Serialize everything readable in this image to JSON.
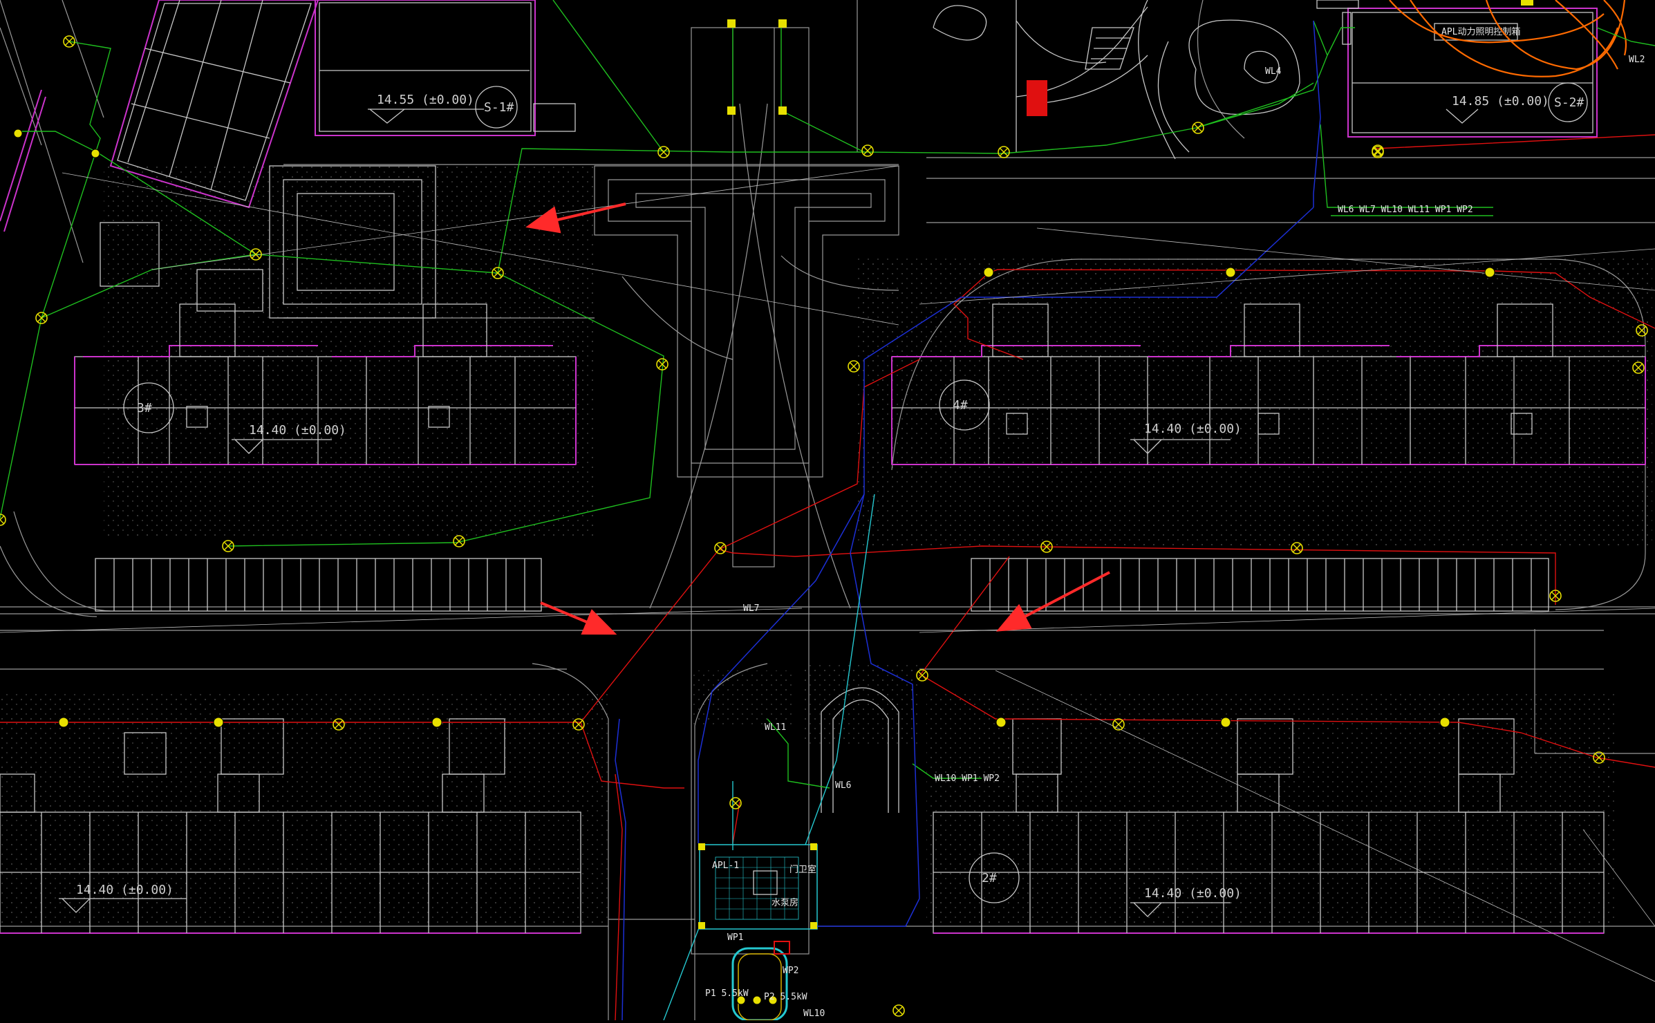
{
  "drawing": {
    "buildings": [
      {
        "number": "3#",
        "level": "14.40 (±0.00)"
      },
      {
        "number": "4#",
        "level": "14.40 (±0.00)"
      },
      {
        "number": "2#",
        "level": "14.40 (±0.00)"
      },
      {
        "number": "",
        "level": "14.40 (±0.00)"
      }
    ],
    "shops": [
      {
        "number": "S-1#",
        "level": "14.55 (±0.00)"
      },
      {
        "number": "S-2#",
        "level": "14.85 (±0.00)"
      }
    ],
    "panel_label": "APL动力照明控制箱",
    "circuit_labels": {
      "wl2": "WL2",
      "wl4": "WL4",
      "top_bus": "WL6  WL7  WL10  WL11  WP1  WP2",
      "wl7": "WL7",
      "wl11": "WL11",
      "wl6": "WL6",
      "wl10_wp": "WL10  WP1  WP2",
      "apl1": "APL-1",
      "guardroom": "门卫室",
      "pump_room": "水泵房",
      "wp1": "WP1",
      "wp2": "WP2",
      "wl10": "WL10",
      "pump1": "P1 5.5kW",
      "pump2": "P2 5.5kW"
    },
    "colors": {
      "background": "#000000",
      "building_outline": "#c8c8c8",
      "wall_magenta": "#cc33cc",
      "circuit_green": "#1fbf1f",
      "circuit_red": "#e01010",
      "circuit_blue": "#1c2fd6",
      "circuit_cyan": "#25c8d0",
      "circuit_orange": "#ff6a00",
      "lamp_yellow": "#e8e000",
      "annotation_arrow": "#ff2a2a"
    },
    "icons": [
      "street-lamp-icon",
      "lawn-light-icon",
      "arrow-icon",
      "staircase-icon"
    ]
  }
}
